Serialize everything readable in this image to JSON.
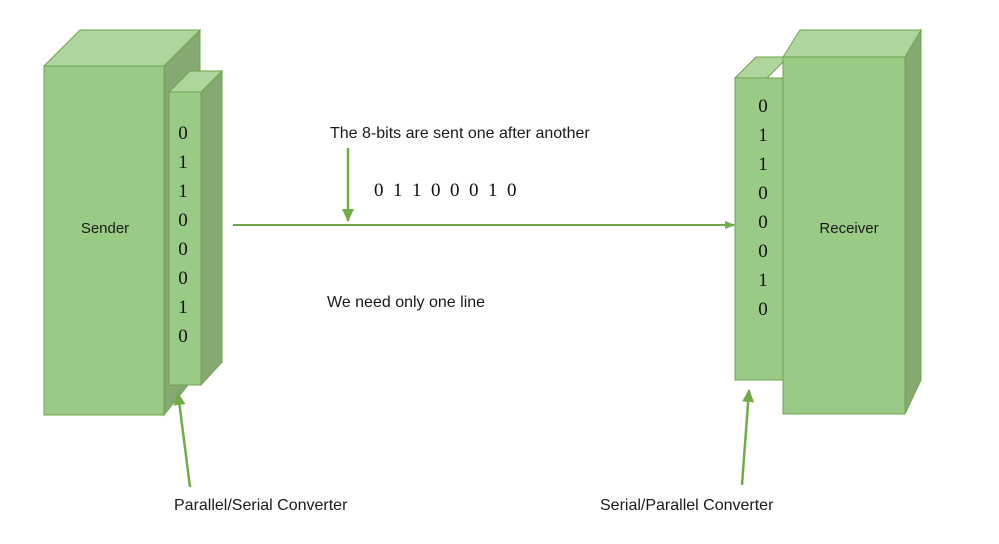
{
  "diagram": {
    "title_shown": false,
    "colors": {
      "face": "#9ACB86",
      "face_light": "#AED69C",
      "side_dark": "#86A871",
      "outline": "#6FA34F",
      "arrow_green": "#70AD47",
      "line_green": "#6FA34F",
      "text": "#1a1a1a"
    },
    "sender": {
      "label": "Sender",
      "converter_bits": [
        "0",
        "1",
        "1",
        "0",
        "0",
        "0",
        "1",
        "0"
      ],
      "converter_caption": "Parallel/Serial Converter"
    },
    "receiver": {
      "label": "Receiver",
      "converter_bits": [
        "0",
        "1",
        "1",
        "0",
        "0",
        "0",
        "1",
        "0"
      ],
      "converter_caption": "Serial/Parallel Converter"
    },
    "link": {
      "caption_top": "The 8-bits are sent one after another",
      "serial_bits": "0  1  1  0  0  0  1  0",
      "caption_bottom": "We need only one line"
    }
  }
}
